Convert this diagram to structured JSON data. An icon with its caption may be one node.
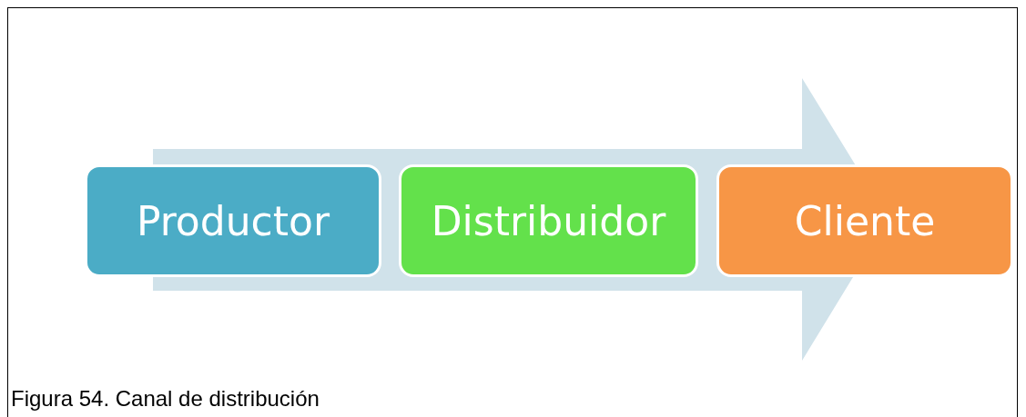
{
  "diagram": {
    "caption": "Figura 54. Canal de distribución",
    "nodes": [
      {
        "text": [
          "Productor"
        ]
      },
      {
        "text": [
          "Distribuidor"
        ]
      },
      {
        "text": [
          "Cliente"
        ]
      }
    ]
  }
}
